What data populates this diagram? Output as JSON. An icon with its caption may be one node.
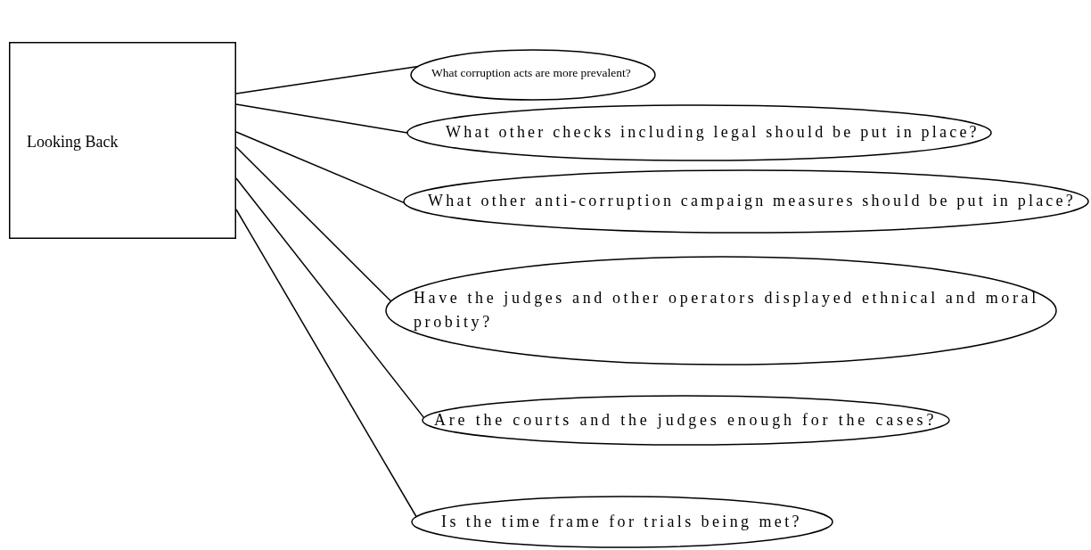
{
  "diagram": {
    "nodes": [
      {
        "text": [
          "Looking Back"
        ]
      },
      {
        "text": [
          "What corruption acts are more prevalent?"
        ]
      },
      {
        "text": [
          "What other checks including legal should be put in place?"
        ]
      },
      {
        "text": [
          "What other anti-corruption campaign measures should be put in place?"
        ]
      },
      {
        "text": [
          "Have the judges and other operators displayed ethnical and moral probity?"
        ]
      },
      {
        "text": [
          "Are the courts and the judges enough for the cases?"
        ]
      },
      {
        "text": [
          "Is the time frame for trials being met?"
        ]
      }
    ],
    "edges": [
      {
        "from": 0,
        "to": 1,
        "arrow": "none"
      },
      {
        "from": 0,
        "to": 2,
        "arrow": "none"
      },
      {
        "from": 0,
        "to": 3,
        "arrow": "none"
      },
      {
        "from": 0,
        "to": 4,
        "arrow": "none"
      },
      {
        "from": 0,
        "to": 5,
        "arrow": "none"
      },
      {
        "from": 0,
        "to": 6,
        "arrow": "none"
      }
    ]
  }
}
